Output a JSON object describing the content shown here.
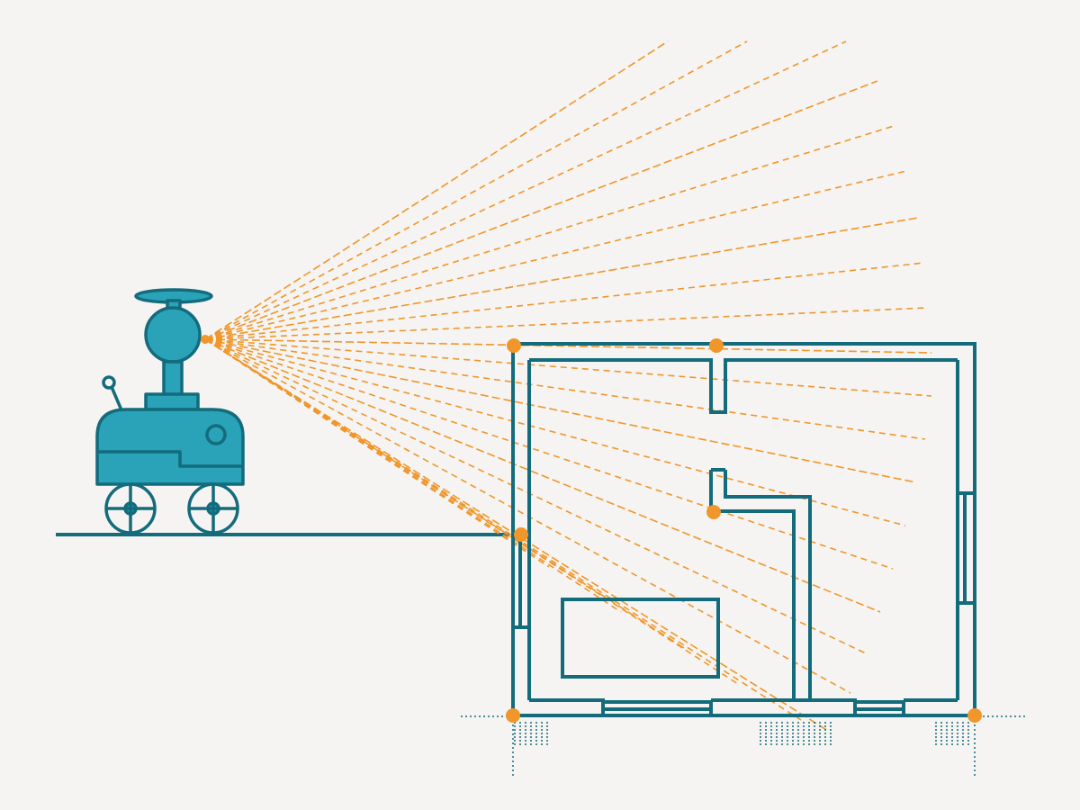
{
  "colors": {
    "background": "#f5f4f2",
    "line": "#136b7c",
    "robot_fill": "#2aa3b8",
    "accent": "#f0962a"
  },
  "robot": {
    "parts": [
      "lidar-rotor-icon",
      "sensor-head-icon",
      "antenna-icon",
      "wheel-icon"
    ]
  },
  "scan": {
    "ray_count": 24,
    "style": "dashed"
  },
  "floor_plan": {
    "rooms": 3,
    "markers": 7
  }
}
